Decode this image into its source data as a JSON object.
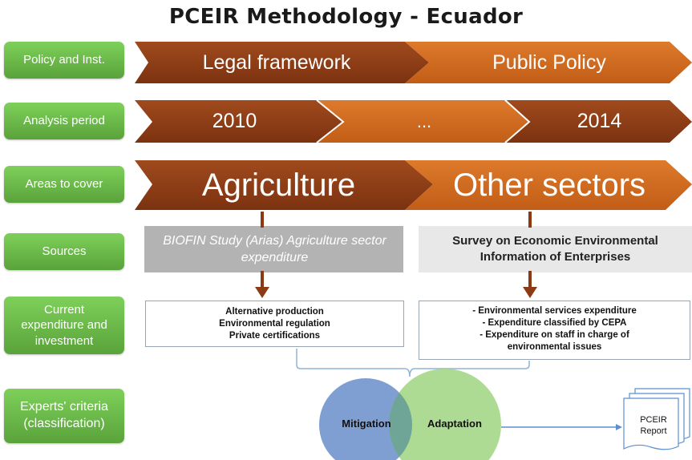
{
  "title": "PCEIR Methodology - Ecuador",
  "rows": {
    "policy": "Policy and Inst.",
    "period": "Analysis period",
    "areas": "Areas to cover",
    "sources": "Sources",
    "expenditure": "Current expenditure and investment",
    "experts": "Experts' criteria (classification)"
  },
  "policy_arrows": [
    "Legal framework",
    "Public Policy"
  ],
  "period_arrows": [
    "2010",
    "...",
    "2014"
  ],
  "area_arrows": [
    "Agriculture",
    "Other sectors"
  ],
  "sources": {
    "left": "BIOFIN Study (Arias) Agriculture sector expenditure",
    "right": "Survey on Economic Environmental Information of Enterprises"
  },
  "expenditure_left": [
    "Alternative production",
    "Environmental regulation",
    "Private certifications"
  ],
  "expenditure_right": [
    "- Environmental services expenditure",
    "- Expenditure classified by CEPA",
    "- Expenditure on staff in charge of environmental issues"
  ],
  "venn": {
    "left": "Mitigation",
    "right": "Adaptation"
  },
  "report": "PCEIR Report",
  "colors": {
    "dark_brown": "#8b3a13",
    "orange": "#cf6a1f",
    "green": "#62b144",
    "mitigation": "#7f9ed2",
    "adaptation": "#a7d88a"
  }
}
